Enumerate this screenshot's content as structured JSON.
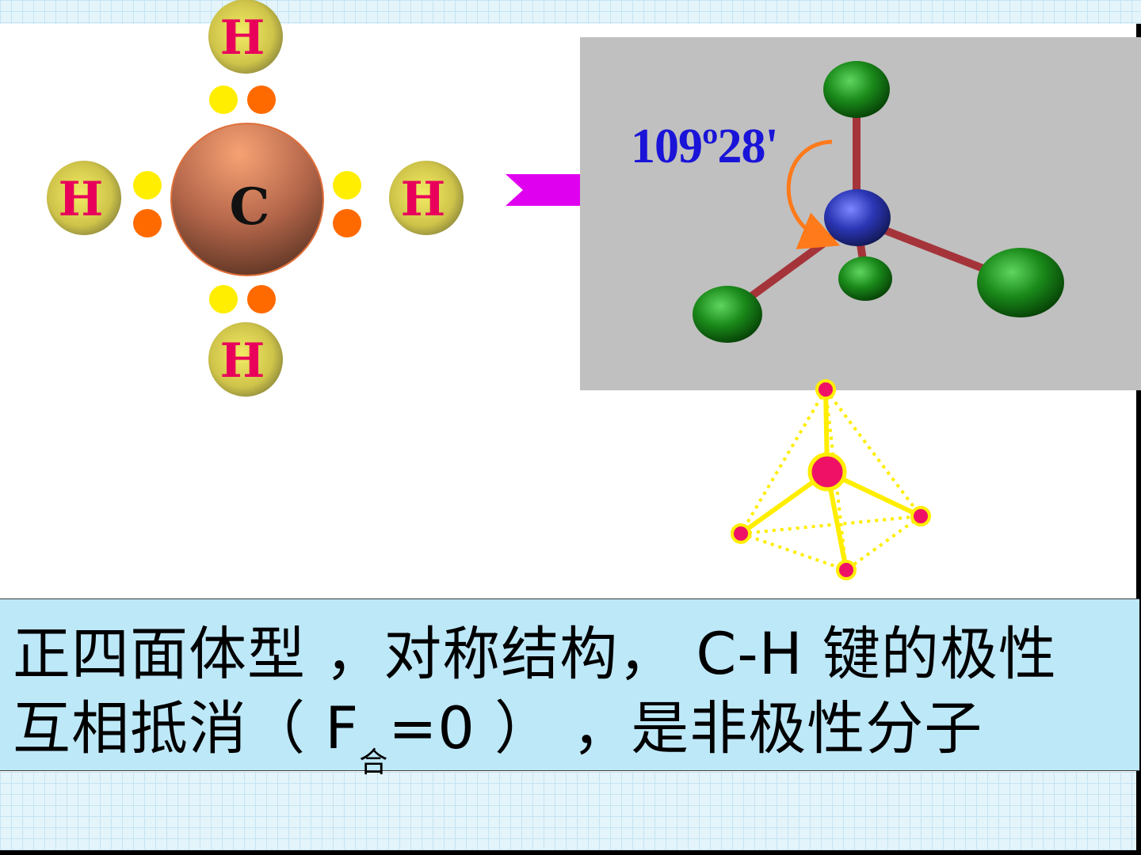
{
  "lewis_structure": {
    "central_atom": "C",
    "outer_atoms": [
      "H",
      "H",
      "H",
      "H"
    ],
    "electron_colors": {
      "carbon_electron": "#ff6a00",
      "hydrogen_electron": "#ffee00"
    }
  },
  "arrow": {
    "color": "#e000f0"
  },
  "ball_stick_model": {
    "bond_angle": "109º28'",
    "central_atom_color": "#2b36b5",
    "outer_atom_color": "#1a8a1a",
    "bond_color": "#a5343a"
  },
  "tetrahedron_schematic": {
    "edge_color": "#ffee00",
    "atom_color": "#ee1166"
  },
  "caption": {
    "line1": "正四面体型 ，对称结构， C-H 键的极性",
    "line2_pre": "互相抵消（ F",
    "line2_sub": "合",
    "line2_post": "=0 ） ，是非极性分子"
  },
  "colors": {
    "caption_background": "#bde8f8",
    "text_h": "#e8005a",
    "text_angle": "#1a14d8"
  }
}
